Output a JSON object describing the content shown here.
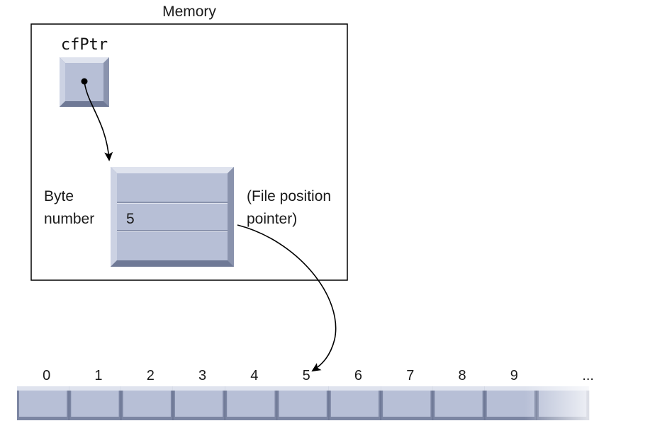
{
  "memory": {
    "title": "Memory",
    "pointer_name": "cfPtr",
    "file_struct": {
      "value": "5",
      "left_label_line1": "Byte",
      "left_label_line2": "number",
      "right_label_line1": "(File position",
      "right_label_line2": "pointer)"
    }
  },
  "file": {
    "byte_labels": [
      "0",
      "1",
      "2",
      "3",
      "4",
      "5",
      "6",
      "7",
      "8",
      "9",
      "..."
    ],
    "pointed_byte": 5
  },
  "colors": {
    "box_face": "#b7bfd6",
    "box_light": "#dfe3ee",
    "box_dark": "#7c86a3",
    "frame": "#000000"
  }
}
